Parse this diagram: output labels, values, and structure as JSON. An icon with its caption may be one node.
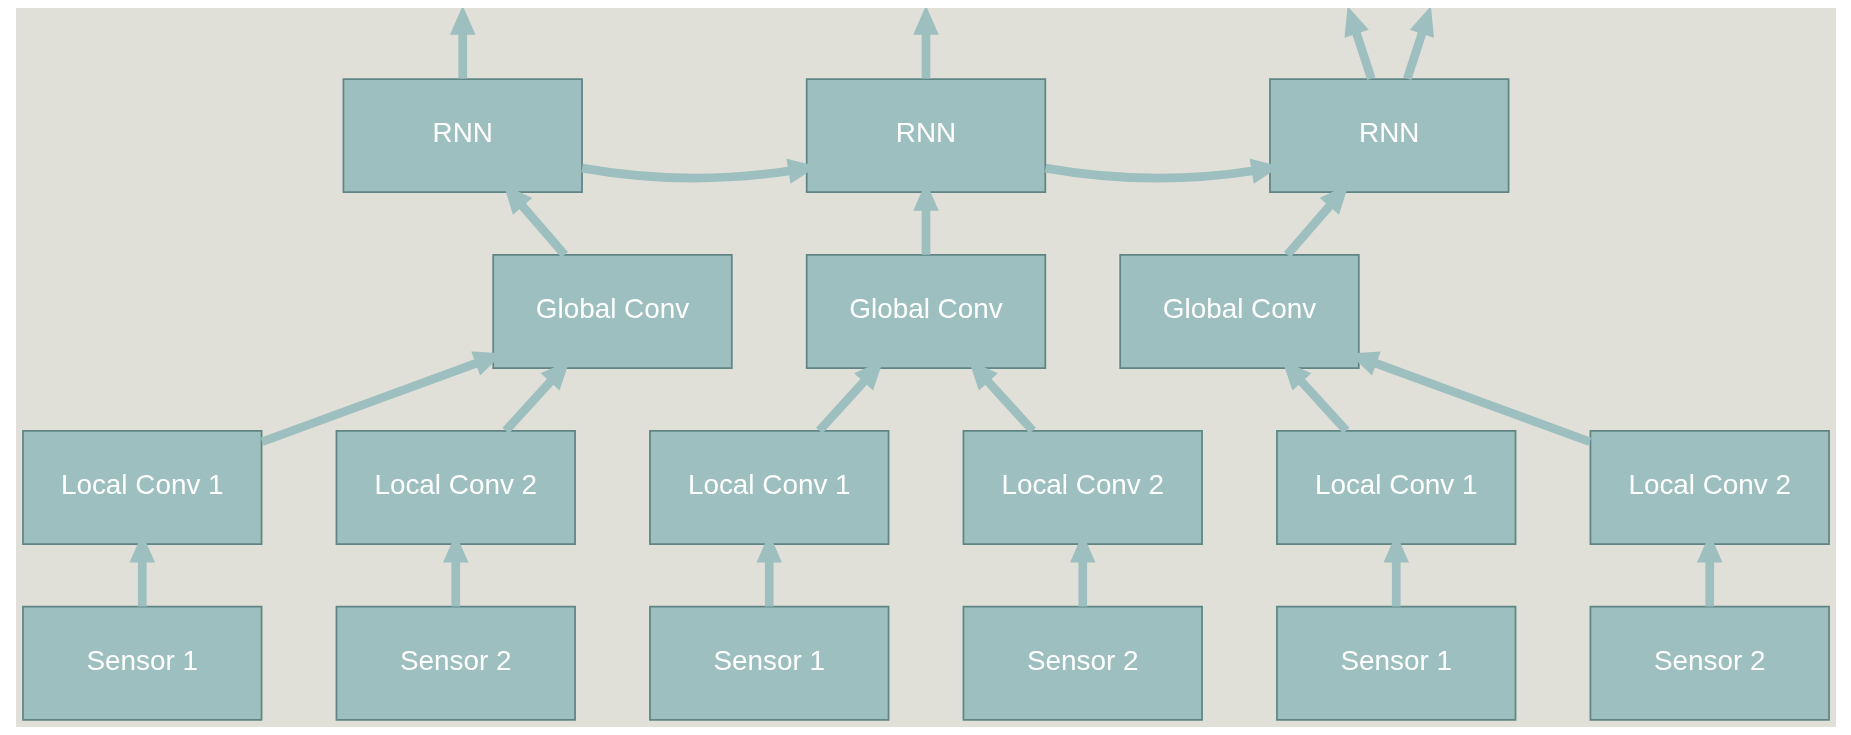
{
  "diagram": {
    "nodes": [
      {
        "text": [
          "RNN"
        ]
      },
      {
        "text": [
          "RNN"
        ]
      },
      {
        "text": [
          "RNN"
        ]
      },
      {
        "text": [
          "Global Conv"
        ]
      },
      {
        "text": [
          "Global Conv"
        ]
      },
      {
        "text": [
          "Global Conv"
        ]
      },
      {
        "text": [
          "Local Conv 1"
        ]
      },
      {
        "text": [
          "Local Conv 2"
        ]
      },
      {
        "text": [
          "Local Conv 1"
        ]
      },
      {
        "text": [
          "Local Conv 2"
        ]
      },
      {
        "text": [
          "Local Conv 1"
        ]
      },
      {
        "text": [
          "Local Conv 2"
        ]
      },
      {
        "text": [
          "Sensor 1"
        ]
      },
      {
        "text": [
          "Sensor 2"
        ]
      },
      {
        "text": [
          "Sensor 1"
        ]
      },
      {
        "text": [
          "Sensor 2"
        ]
      },
      {
        "text": [
          "Sensor 1"
        ]
      },
      {
        "text": [
          "Sensor 2"
        ]
      }
    ],
    "edges": [
      {
        "from": 0,
        "to": null,
        "arrow": "to"
      },
      {
        "from": 1,
        "to": null,
        "arrow": "to"
      },
      {
        "from": 2,
        "to": null,
        "arrow": "to"
      },
      {
        "from": 0,
        "to": 1,
        "arrow": "to"
      },
      {
        "from": 1,
        "to": 2,
        "arrow": "to"
      },
      {
        "from": 2,
        "to": null,
        "arrow": "to"
      },
      {
        "from": 3,
        "to": 0,
        "arrow": "to"
      },
      {
        "from": 4,
        "to": 1,
        "arrow": "to"
      },
      {
        "from": 5,
        "to": 2,
        "arrow": "to"
      },
      {
        "from": 6,
        "to": 3,
        "arrow": "to"
      },
      {
        "from": 7,
        "to": 3,
        "arrow": "to"
      },
      {
        "from": 8,
        "to": 4,
        "arrow": "to"
      },
      {
        "from": 9,
        "to": 4,
        "arrow": "to"
      },
      {
        "from": 10,
        "to": 5,
        "arrow": "to"
      },
      {
        "from": 11,
        "to": 5,
        "arrow": "to"
      },
      {
        "from": 12,
        "to": 6,
        "arrow": "to"
      },
      {
        "from": 13,
        "to": 7,
        "arrow": "to"
      },
      {
        "from": 14,
        "to": 8,
        "arrow": "to"
      },
      {
        "from": 15,
        "to": 9,
        "arrow": "to"
      },
      {
        "from": 16,
        "to": 10,
        "arrow": "to"
      },
      {
        "from": 17,
        "to": 11,
        "arrow": "to"
      }
    ]
  }
}
